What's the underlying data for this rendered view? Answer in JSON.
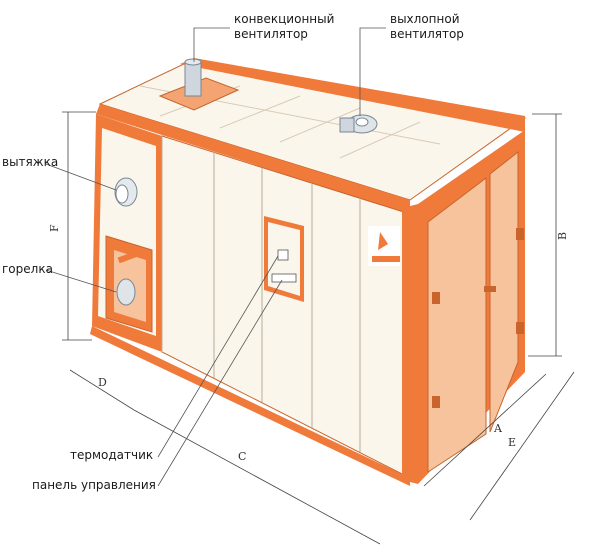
{
  "labels": {
    "convection_fan_line1": "конвекционный",
    "convection_fan_line2": "вентилятор",
    "exhaust_fan_line1": "выхлопной",
    "exhaust_fan_line2": "вентилятор",
    "hood": "вытяжка",
    "burner": "горелка",
    "thermo_sensor": "термодатчик",
    "control_panel": "панель управления"
  },
  "dimensions": {
    "a": "A",
    "b": "B",
    "c": "C",
    "d": "D",
    "e": "E",
    "f": "F"
  },
  "colors": {
    "frame_orange": "#f07a3a",
    "panel_fill": "#fbf6ec",
    "door_fill": "#f6c39d",
    "outline": "#c8642c"
  }
}
